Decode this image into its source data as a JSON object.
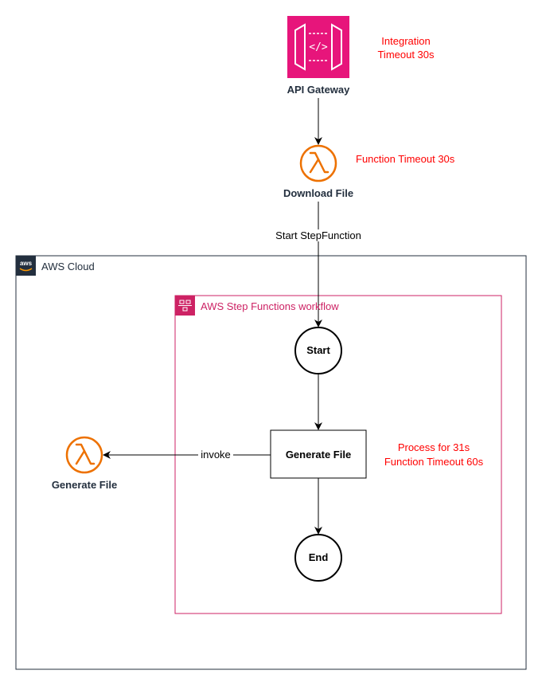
{
  "api_gateway": {
    "label": "API Gateway",
    "icon": "api-gateway-icon",
    "note_line1": "Integration",
    "note_line2": "Timeout 30s"
  },
  "download_lambda": {
    "label": "Download File",
    "icon": "lambda-icon",
    "note": "Function Timeout 30s"
  },
  "edge_start_stepfunction": "Start StepFunction",
  "aws_cloud": {
    "label": "AWS Cloud",
    "icon": "aws-logo-icon"
  },
  "step_functions_workflow": {
    "label": "AWS Step Functions workflow",
    "icon": "step-functions-icon"
  },
  "start_node": "Start",
  "generate_task": {
    "label": "Generate File",
    "note_line1": "Process for 31s",
    "note_line2": "Function Timeout 60s"
  },
  "end_node": "End",
  "edge_invoke": "invoke",
  "generate_lambda": {
    "label": "Generate File",
    "icon": "lambda-icon"
  },
  "colors": {
    "api_gateway_fill": "#e7157b",
    "lambda": "#ed7100",
    "note_red": "#ff0000",
    "step_functions": "#cd2264",
    "cloud_border": "#232f3e",
    "label_navy": "#232f3e"
  }
}
